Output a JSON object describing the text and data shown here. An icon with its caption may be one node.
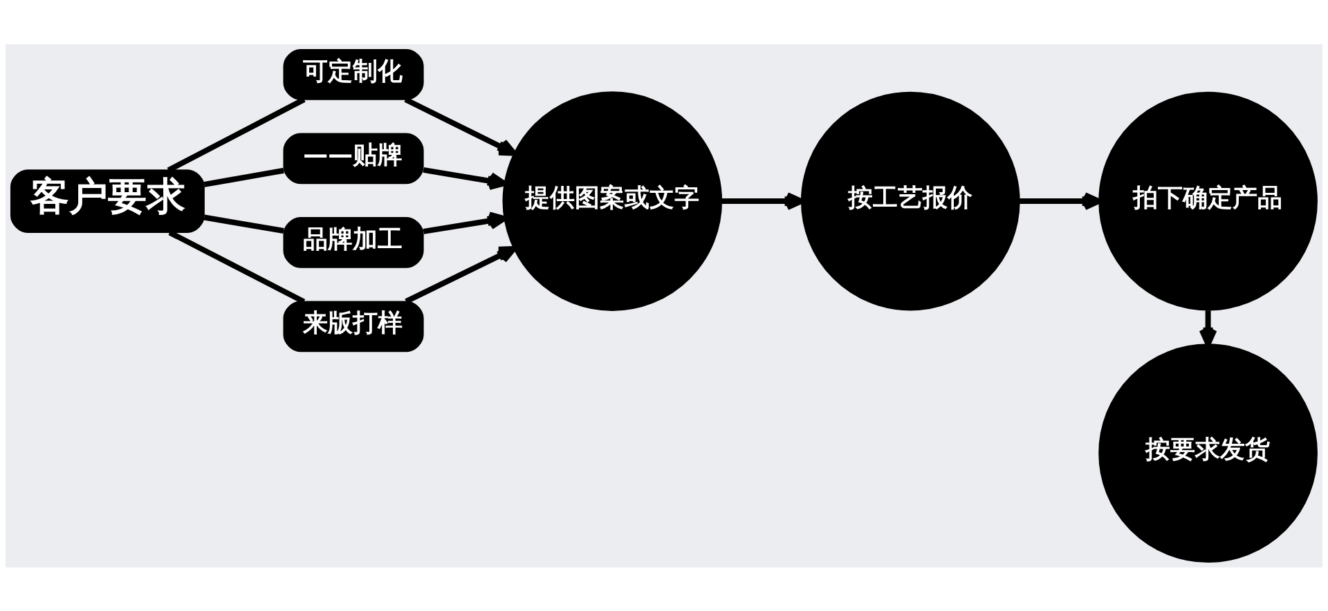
{
  "diagram": {
    "nodes": [
      {
        "text": [
          "客户要求"
        ]
      },
      {
        "text": [
          "可定制化"
        ]
      },
      {
        "text": [
          "——贴牌"
        ]
      },
      {
        "text": [
          "品牌加工"
        ]
      },
      {
        "text": [
          "来版打样"
        ]
      },
      {
        "text": [
          "提供图案或文字"
        ]
      },
      {
        "text": [
          "按工艺报价"
        ]
      },
      {
        "text": [
          "拍下确定产品"
        ]
      },
      {
        "text": [
          "按要求发货"
        ]
      }
    ],
    "edges": [
      {
        "from": 0,
        "to": 1,
        "arrow": "none"
      },
      {
        "from": 0,
        "to": 2,
        "arrow": "none"
      },
      {
        "from": 0,
        "to": 3,
        "arrow": "none"
      },
      {
        "from": 0,
        "to": 4,
        "arrow": "none"
      },
      {
        "from": 1,
        "to": 5,
        "arrow": "to"
      },
      {
        "from": 2,
        "to": 5,
        "arrow": "to"
      },
      {
        "from": 3,
        "to": 5,
        "arrow": "to"
      },
      {
        "from": 4,
        "to": 5,
        "arrow": "to"
      },
      {
        "from": 5,
        "to": 6,
        "arrow": "to"
      },
      {
        "from": 6,
        "to": 7,
        "arrow": "to"
      },
      {
        "from": 7,
        "to": 8,
        "arrow": "to"
      }
    ]
  }
}
